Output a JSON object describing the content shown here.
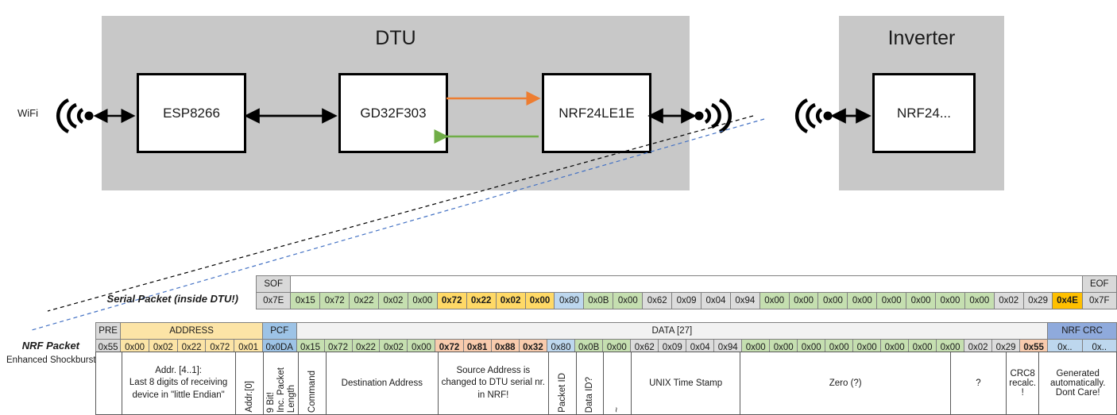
{
  "diagram": {
    "dtu": {
      "title": "DTU",
      "chips": [
        "ESP8266",
        "GD32F303",
        "NRF24LE1E"
      ],
      "wifi_label": "WiFi"
    },
    "inverter": {
      "title": "Inverter",
      "chips": [
        "NRF24..."
      ]
    },
    "arrow_colors": {
      "tx": "#ed7d31",
      "rx": "#70ad47",
      "black": "#000000"
    }
  },
  "serial": {
    "label": "Serial Packet (inside DTU!)",
    "headers": {
      "sof": "SOF",
      "eof": "EOF"
    },
    "sof_value": "0x7E",
    "eof_value": "0x7F",
    "cells": [
      {
        "v": "0x15",
        "c": "green"
      },
      {
        "v": "0x72",
        "c": "green"
      },
      {
        "v": "0x22",
        "c": "green"
      },
      {
        "v": "0x02",
        "c": "green"
      },
      {
        "v": "0x00",
        "c": "green"
      },
      {
        "v": "0x72",
        "c": "yellow"
      },
      {
        "v": "0x22",
        "c": "yellow"
      },
      {
        "v": "0x02",
        "c": "yellow"
      },
      {
        "v": "0x00",
        "c": "yellow"
      },
      {
        "v": "0x80",
        "c": "blue"
      },
      {
        "v": "0x0B",
        "c": "green"
      },
      {
        "v": "0x00",
        "c": "green"
      },
      {
        "v": "0x62",
        "c": "grayval"
      },
      {
        "v": "0x09",
        "c": "grayval"
      },
      {
        "v": "0x04",
        "c": "grayval"
      },
      {
        "v": "0x94",
        "c": "grayval"
      },
      {
        "v": "0x00",
        "c": "green"
      },
      {
        "v": "0x00",
        "c": "green"
      },
      {
        "v": "0x00",
        "c": "green"
      },
      {
        "v": "0x00",
        "c": "green"
      },
      {
        "v": "0x00",
        "c": "green"
      },
      {
        "v": "0x00",
        "c": "green"
      },
      {
        "v": "0x00",
        "c": "green"
      },
      {
        "v": "0x00",
        "c": "green"
      },
      {
        "v": "0x02",
        "c": "grayval"
      },
      {
        "v": "0x29",
        "c": "grayval"
      },
      {
        "v": "0x4E",
        "c": "orangebold"
      }
    ]
  },
  "nrf": {
    "label": "NRF Packet",
    "sublabel": "Enhanced Shockburst",
    "headers": {
      "pre": "PRE",
      "address": "ADDRESS",
      "pcf": "PCF",
      "data": "DATA [27]",
      "nrf_crc": "NRF CRC"
    },
    "pre_value": "0x55",
    "address_values": [
      "0x00",
      "0x02",
      "0x22",
      "0x72",
      "0x01"
    ],
    "pcf_value": "0x0DA",
    "cells": [
      {
        "v": "0x15",
        "c": "green"
      },
      {
        "v": "0x72",
        "c": "green"
      },
      {
        "v": "0x22",
        "c": "green"
      },
      {
        "v": "0x02",
        "c": "green"
      },
      {
        "v": "0x00",
        "c": "green"
      },
      {
        "v": "0x72",
        "c": "salmon"
      },
      {
        "v": "0x81",
        "c": "salmon"
      },
      {
        "v": "0x88",
        "c": "salmon"
      },
      {
        "v": "0x32",
        "c": "salmon"
      },
      {
        "v": "0x80",
        "c": "blue"
      },
      {
        "v": "0x0B",
        "c": "green"
      },
      {
        "v": "0x00",
        "c": "green"
      },
      {
        "v": "0x62",
        "c": "grayval"
      },
      {
        "v": "0x09",
        "c": "grayval"
      },
      {
        "v": "0x04",
        "c": "grayval"
      },
      {
        "v": "0x94",
        "c": "grayval"
      },
      {
        "v": "0x00",
        "c": "green"
      },
      {
        "v": "0x00",
        "c": "green"
      },
      {
        "v": "0x00",
        "c": "green"
      },
      {
        "v": "0x00",
        "c": "green"
      },
      {
        "v": "0x00",
        "c": "green"
      },
      {
        "v": "0x00",
        "c": "green"
      },
      {
        "v": "0x00",
        "c": "green"
      },
      {
        "v": "0x00",
        "c": "green"
      },
      {
        "v": "0x02",
        "c": "grayval"
      },
      {
        "v": "0x29",
        "c": "grayval"
      },
      {
        "v": "0x55",
        "c": "salmon"
      }
    ],
    "crc_values": [
      "0x..",
      "0x.."
    ]
  },
  "notes": {
    "address": "Addr. [4..1]:\nLast 8 digits of receiving device in \"little Endian\"",
    "addr0": "Addr.[0]",
    "packet_length_a": "9 Bit!",
    "packet_length_b": "Inc. Packet",
    "packet_length_c": "Length",
    "command": "Command",
    "destination": "Destination Address",
    "source": "Source Address is changed to DTU serial nr. in NRF!",
    "packet_id": "Packet ID",
    "data_id": "Data ID?",
    "tilde": "~",
    "timestamp": "UNIX Time Stamp",
    "zero": "Zero (?)",
    "question": "?",
    "crc8": "CRC8 recalc. !",
    "generated": "Generated automatically. Dont Care!"
  }
}
